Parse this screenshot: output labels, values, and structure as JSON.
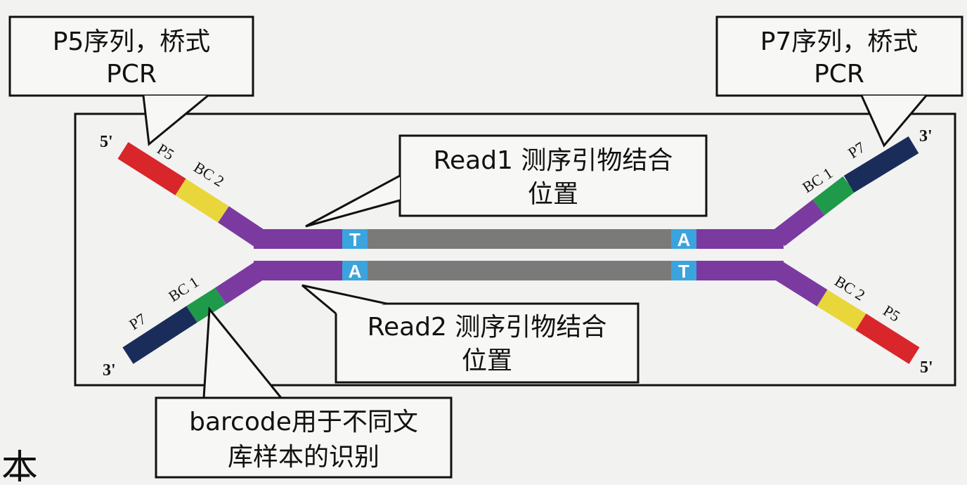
{
  "colors": {
    "p5": "#d8262b",
    "p7": "#1a2d5a",
    "bc2": "#e9d63a",
    "bc1": "#1f9a4a",
    "adapter": "#7b3aa0",
    "insert": "#7a7a7a",
    "base_box": "#3ba3dd",
    "background": "#f2f2f0"
  },
  "callouts": {
    "p5": {
      "line1": "P5序列，桥式",
      "line2": "PCR"
    },
    "p7": {
      "line1": "P7序列，桥式",
      "line2": "PCR"
    },
    "read1": {
      "line1": "Read1 测序引物结合",
      "line2": "位置"
    },
    "read2": {
      "line1": "Read2 测序引物结合",
      "line2": "位置"
    },
    "barcode": {
      "line1": "barcode用于不同文",
      "line2": "库样本的识别"
    }
  },
  "top_strand": {
    "left_end": "5'",
    "right_end": "3'",
    "left_p": "P5",
    "left_bc": "BC 2",
    "right_bc": "BC 1",
    "right_p": "P7",
    "base_left": "T",
    "base_right": "A"
  },
  "bottom_strand": {
    "left_end": "3'",
    "right_end": "5'",
    "left_p": "P7",
    "left_bc": "BC 1",
    "right_bc": "BC 2",
    "right_p": "P5",
    "base_left": "A",
    "base_right": "T"
  },
  "edge_text": "本"
}
